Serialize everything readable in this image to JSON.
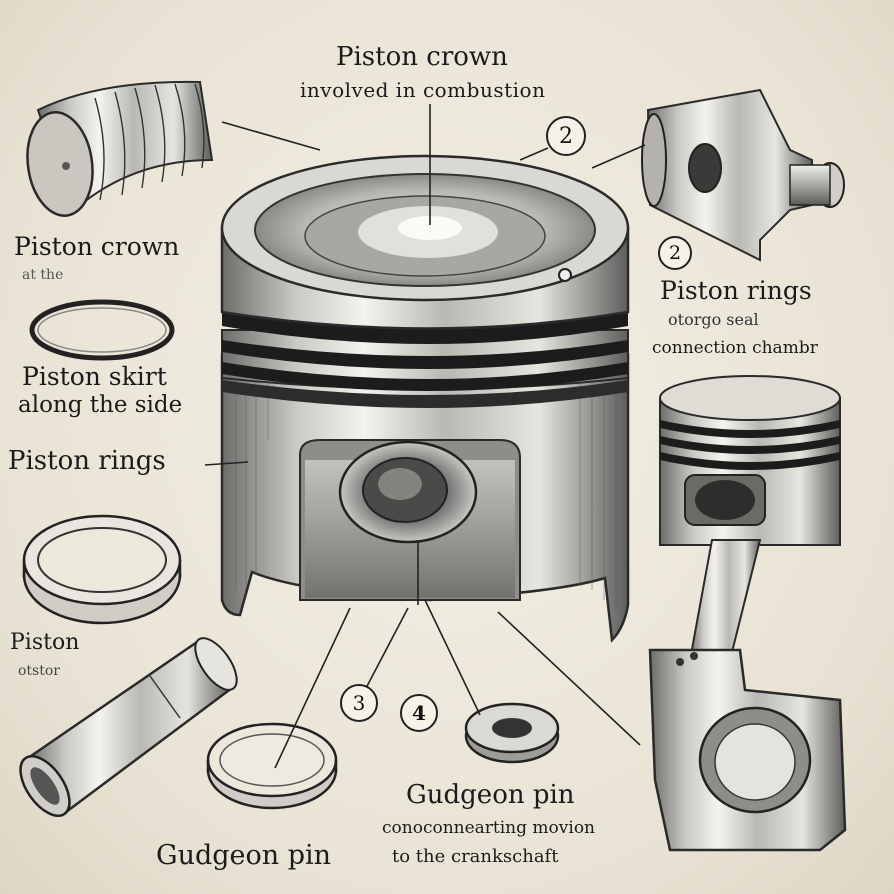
{
  "callouts": {
    "crown_top_title": "Piston crown",
    "crown_top_sub": "involved in combustion",
    "crown_left_title": "Piston crown",
    "crown_left_sub": "at the",
    "skirt_title": "Piston skirt",
    "skirt_sub": "along the side",
    "rings_left_title": "Piston rings",
    "piston_small_title": "Piston",
    "piston_small_sub": "otstor",
    "rings_right_title": "Piston rings",
    "rings_right_sub1": "otorgo seal",
    "rings_right_sub2": "connection chambr",
    "gudgeon_center_title": "Gudgeon pin",
    "gudgeon_center_sub1": "conoconnearting movion",
    "gudgeon_center_sub2": "to the crankschaft",
    "gudgeon_bottom_title": "Gudgeon pin"
  },
  "badges": {
    "top": "2",
    "right": "2",
    "three": "3",
    "four": "4"
  }
}
